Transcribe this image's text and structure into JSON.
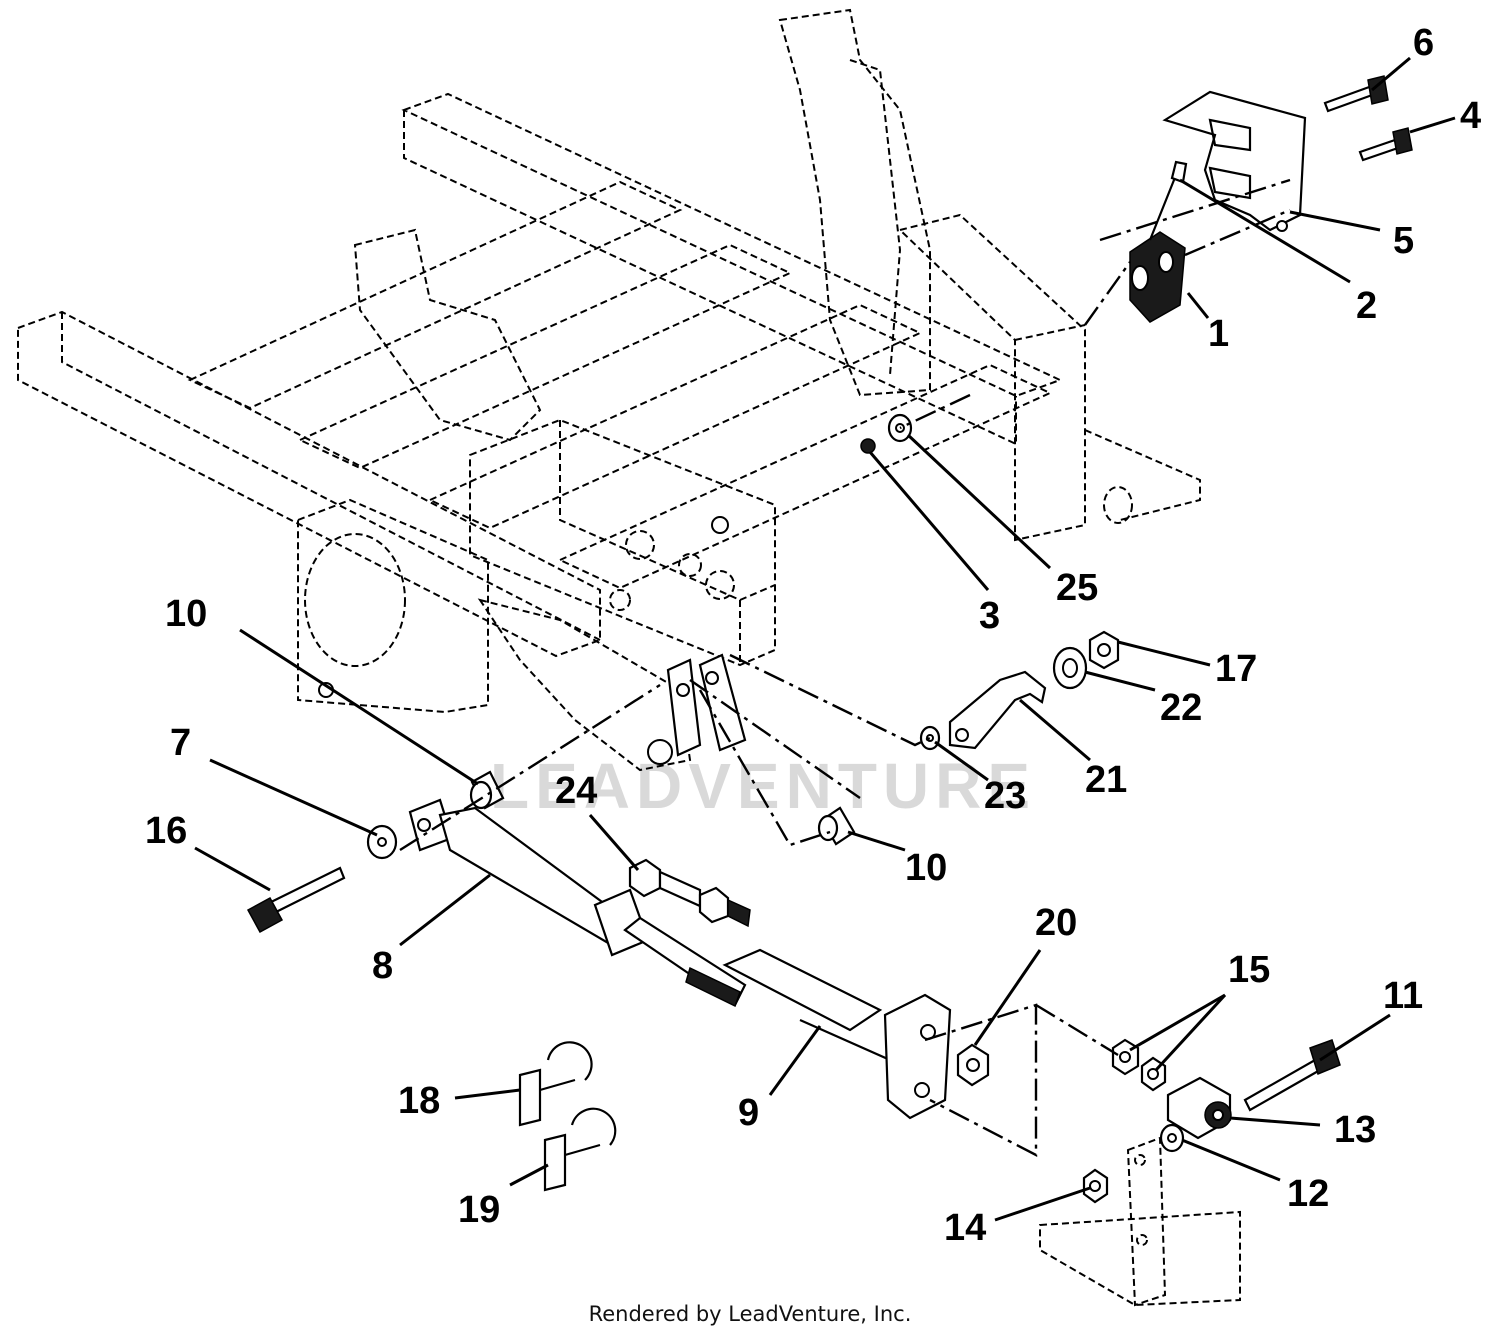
{
  "diagram": {
    "callouts": [
      {
        "id": "1",
        "label": "1"
      },
      {
        "id": "2",
        "label": "2"
      },
      {
        "id": "3",
        "label": "3"
      },
      {
        "id": "4",
        "label": "4"
      },
      {
        "id": "5",
        "label": "5"
      },
      {
        "id": "6",
        "label": "6"
      },
      {
        "id": "7",
        "label": "7"
      },
      {
        "id": "8",
        "label": "8"
      },
      {
        "id": "9",
        "label": "9"
      },
      {
        "id": "10a",
        "label": "10"
      },
      {
        "id": "10b",
        "label": "10"
      },
      {
        "id": "11",
        "label": "11"
      },
      {
        "id": "12",
        "label": "12"
      },
      {
        "id": "13",
        "label": "13"
      },
      {
        "id": "14",
        "label": "14"
      },
      {
        "id": "15",
        "label": "15"
      },
      {
        "id": "16",
        "label": "16"
      },
      {
        "id": "17",
        "label": "17"
      },
      {
        "id": "18",
        "label": "18"
      },
      {
        "id": "19",
        "label": "19"
      },
      {
        "id": "20",
        "label": "20"
      },
      {
        "id": "21",
        "label": "21"
      },
      {
        "id": "22",
        "label": "22"
      },
      {
        "id": "23",
        "label": "23"
      },
      {
        "id": "24",
        "label": "24"
      },
      {
        "id": "25",
        "label": "25"
      }
    ],
    "watermark": "LEADVENTURE",
    "footer": "Rendered by LeadVenture, Inc."
  }
}
